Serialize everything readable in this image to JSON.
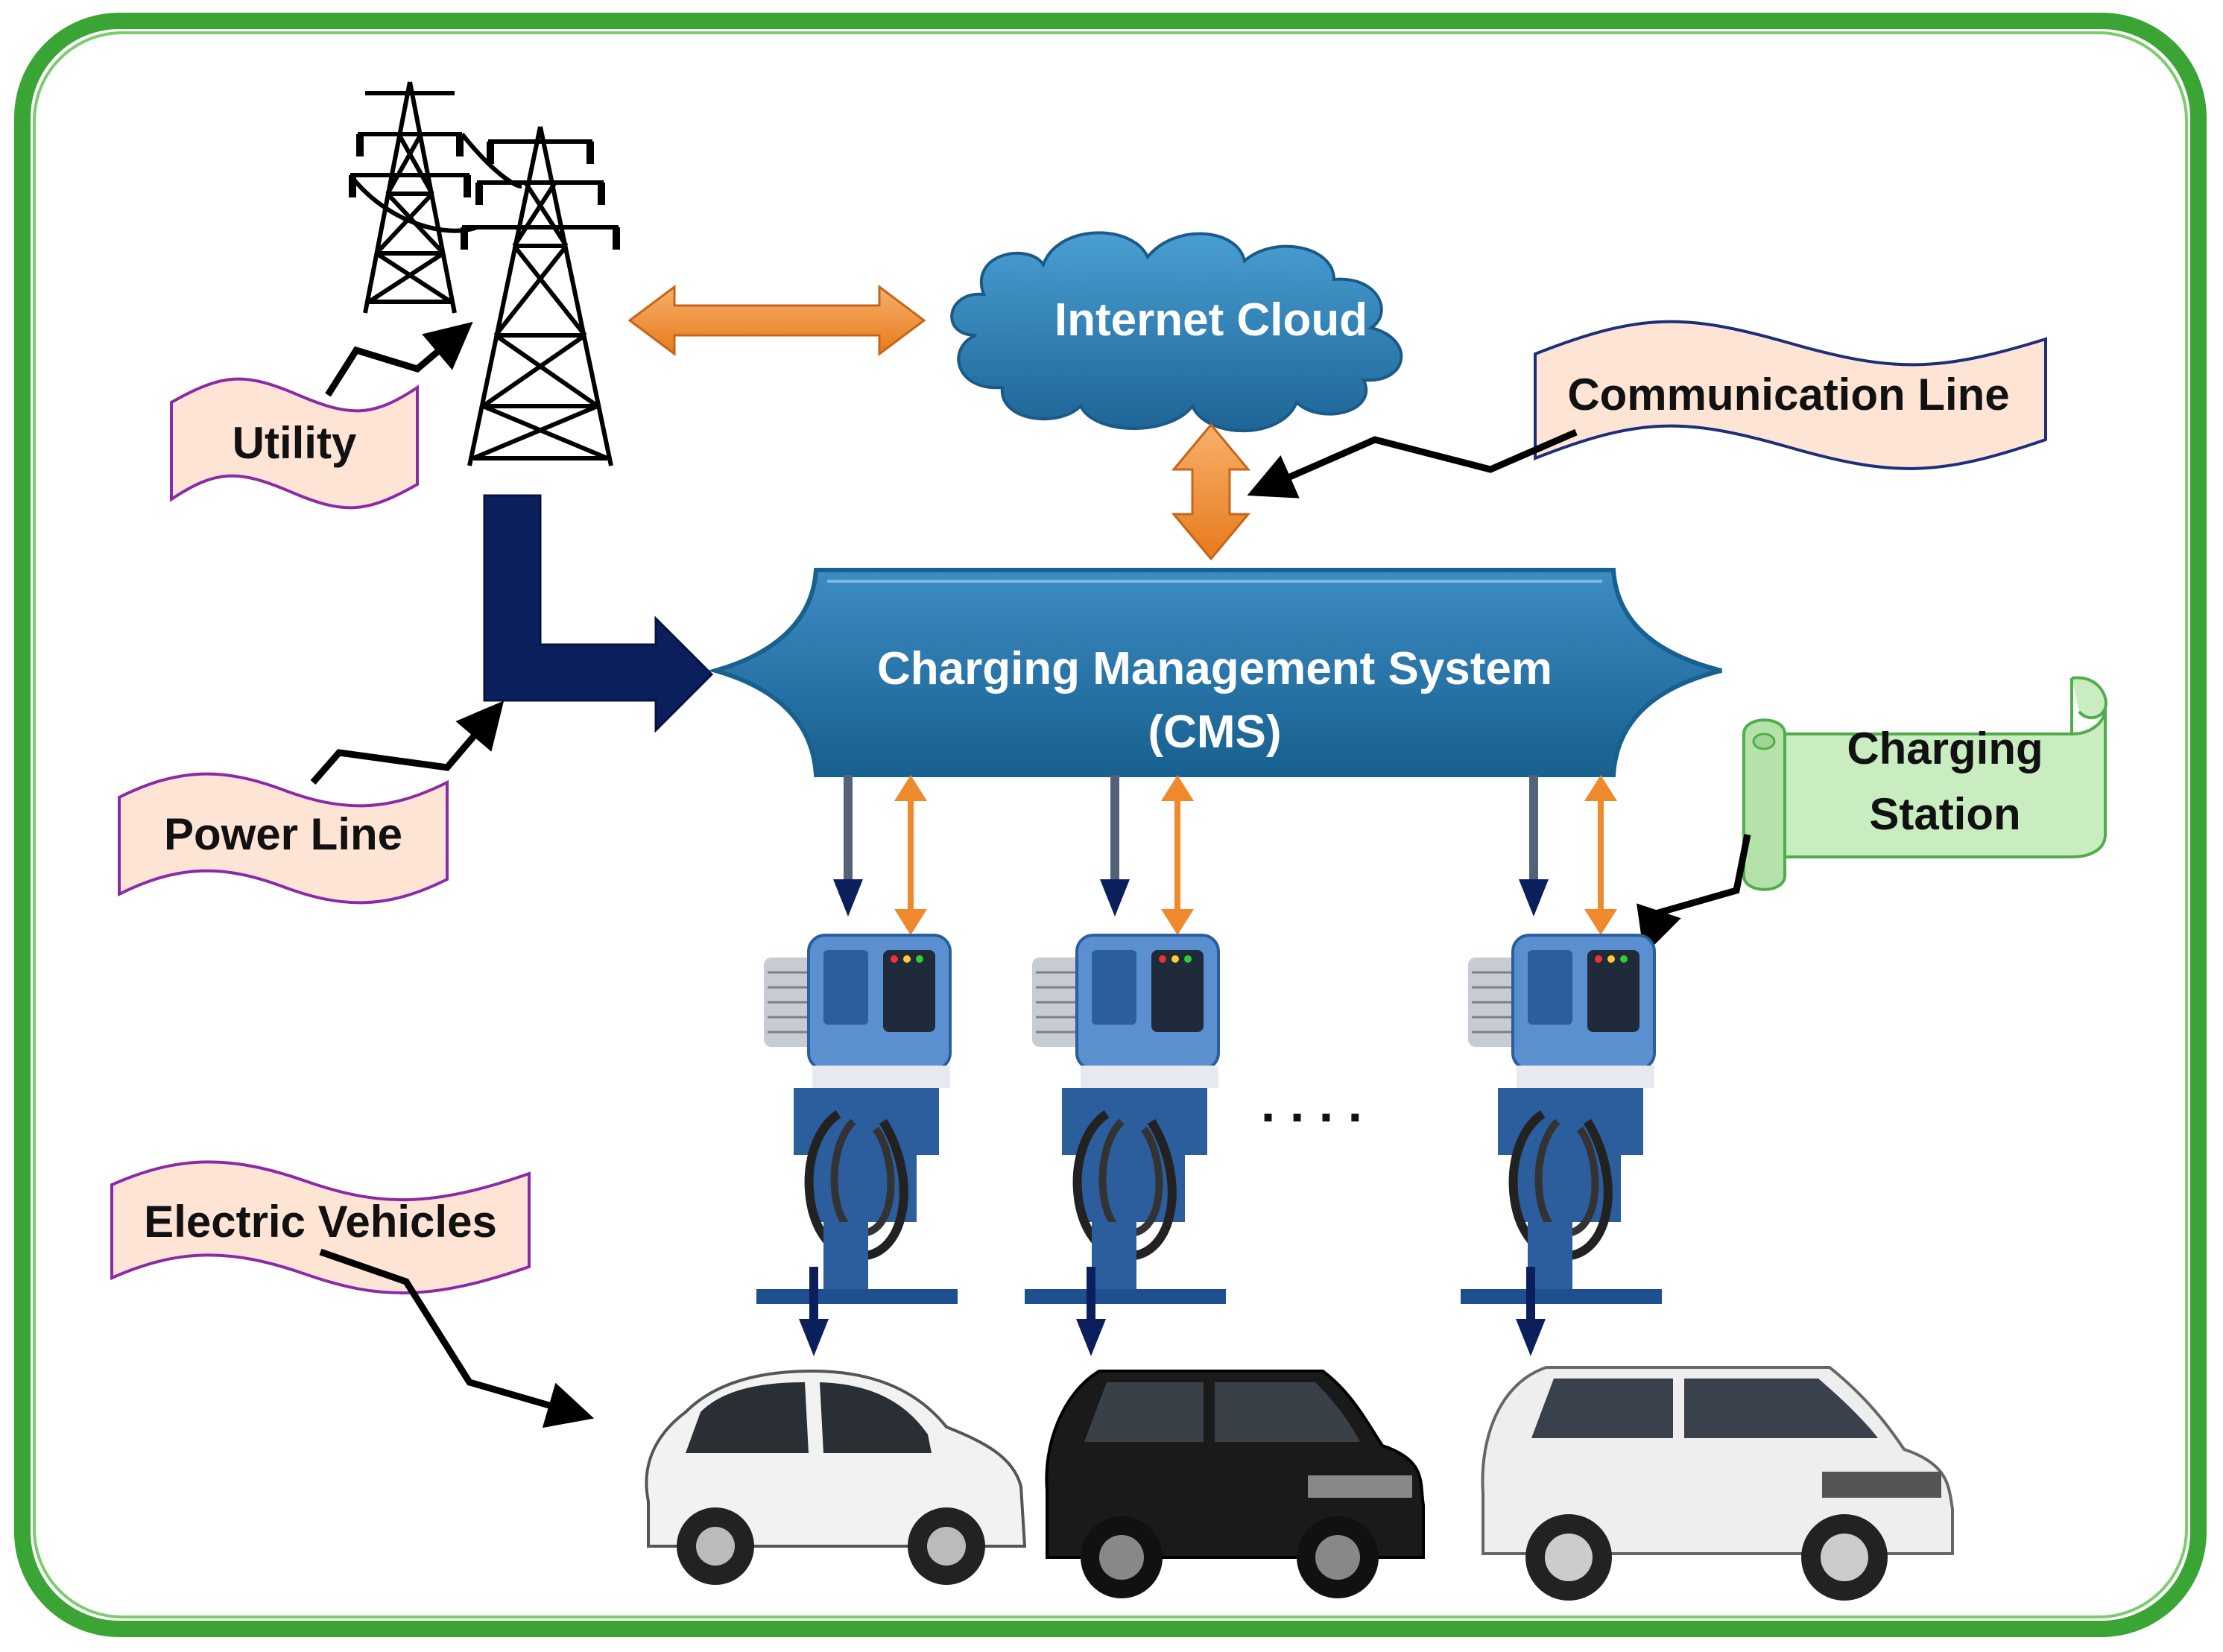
{
  "labels": {
    "internet_cloud": "Internet Cloud",
    "communication_line": "Communication Line",
    "utility": "Utility",
    "cms_line1": "Charging Management System",
    "cms_line2": "(CMS)",
    "charging_station_line1": "Charging",
    "charging_station_line2": "Station",
    "power_line": "Power Line",
    "electric_vehicles": "Electric Vehicles",
    "ellipsis": ". . . ."
  },
  "icons": {
    "utility": "transmission-tower-icon",
    "cloud": "cloud-icon",
    "station": "ev-charger-icon",
    "vehicle": "car-icon"
  },
  "colors": {
    "frame_border": "#3aa534",
    "cloud_fill": "#2f7fb4",
    "cms_fill": "#1f6fa6",
    "power_arrow": "#0b1f5c",
    "comm_arrow": "#ef8a2c",
    "callout_fill": "#fde4d4",
    "callout_border": "#8b2aa8",
    "comm_callout_border": "#1d2e7a",
    "scroll_fill": "#c9ecc0",
    "scroll_border": "#4fae4a",
    "charger_body": "#5a8fd0",
    "charger_base": "#1e4f8f"
  },
  "vehicles": [
    {
      "name": "white-compact-ev",
      "color": "#f2f2f2"
    },
    {
      "name": "black-suv-ev",
      "color": "#1a1a1a"
    },
    {
      "name": "white-suv-ev",
      "color": "#eeeeee"
    }
  ]
}
